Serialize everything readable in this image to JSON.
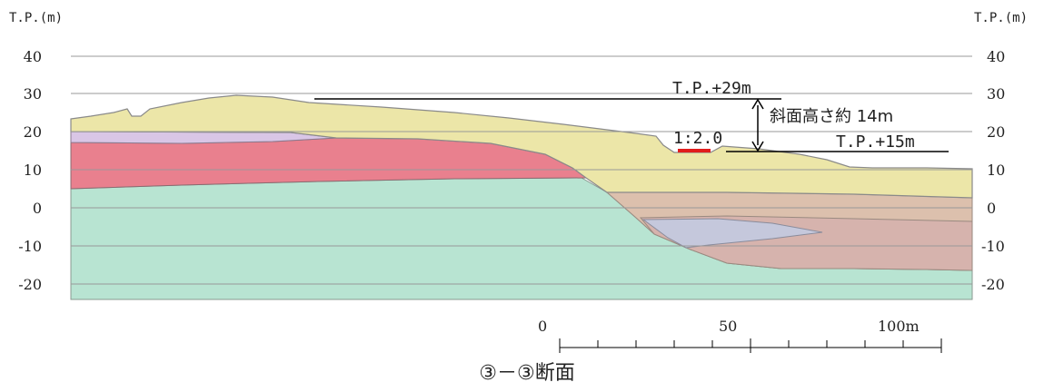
{
  "figure": {
    "title": "③－③断面",
    "y_axis": {
      "unit_left": "T.P.(m)",
      "unit_right": "T.P.(m)",
      "ticks": [
        40,
        30,
        20,
        10,
        0,
        -10,
        -20
      ]
    },
    "annotations": {
      "crest_label": "T.P.+29m",
      "toe_label": "T.P.+15m",
      "slope_height": "斜面高さ約 14m",
      "slope_ratio": "1:2.0"
    },
    "scale_bar": {
      "labels": [
        "0",
        "50",
        "100m"
      ]
    },
    "colors": {
      "layer_surface": "#ece6a8",
      "layer_lilac": "#d9c6e6",
      "layer_red": "#e9808e",
      "layer_bedrock": "#b8e4d2",
      "layer_tan": "#dcc0ad",
      "layer_mauve": "#d6b3ad",
      "layer_lens": "#c5c8dc",
      "marker_red": "#e11c1c",
      "gridline": "#999999"
    }
  }
}
